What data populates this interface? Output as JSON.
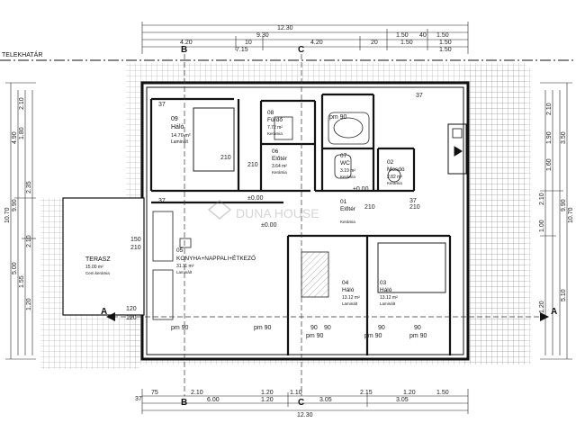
{
  "boundary_label": "TELEKHATÁR",
  "watermark": "DUNA HOUSE",
  "rooms": [
    {
      "id": "09",
      "name": "Háló",
      "area": "14.70 m²",
      "floor": "Laminált"
    },
    {
      "id": "08",
      "name": "Fürdő",
      "area": "7.72 m²",
      "floor": "Kerámia"
    },
    {
      "id": "06",
      "name": "Előtér",
      "area": "3.64 m²",
      "floor": "Kerámia"
    },
    {
      "id": "07",
      "name": "WC",
      "area": "3.19 m²",
      "floor": "Kerámia"
    },
    {
      "id": "02",
      "name": "Mosdó",
      "area": "2.82 m²",
      "floor": "Kerámia"
    },
    {
      "id": "05",
      "name": "KONYHA+NAPPALI+ÉTKEZŐ",
      "area": "31.11 m²",
      "floor": "Laminált"
    },
    {
      "id": "01",
      "name": "Előtér",
      "area": "",
      "floor": "Kerámia"
    },
    {
      "id": "04",
      "name": "Háló",
      "area": "13.12 m²",
      "floor": "Laminált"
    },
    {
      "id": "03",
      "name": "Háló",
      "area": "13.12 m²",
      "floor": "Laminált"
    },
    {
      "id": "",
      "name": "TERASZ",
      "area": "15.00 m²",
      "floor": "Cem.kerámia"
    }
  ],
  "section_marks": [
    "A",
    "A",
    "B",
    "B",
    "C",
    "C"
  ],
  "top_dims": {
    "total": "12.30",
    "row1": [
      "9.30",
      "1.50",
      "40",
      "1.50"
    ],
    "row2": [
      "4.20",
      "10",
      "4.20",
      "20",
      "1.50",
      "1.50"
    ],
    "row3": [
      "7.15",
      "1.50"
    ]
  },
  "bottom_dims": {
    "row1": [
      "75",
      "2.10",
      "1.20",
      "1.10",
      "2.15",
      "1.20",
      "1.50"
    ],
    "row2": [
      "6.00",
      "1.20",
      "3.05",
      "3.05"
    ],
    "total": "12.30"
  },
  "left_dims": [
    "10.70",
    "9.90",
    "4.90",
    "5.00",
    "2.10",
    "1.80",
    "1.55",
    "2.35",
    "2.10",
    "1.20"
  ],
  "right_dims": [
    "10.70",
    "9.90",
    "3.50",
    "5.10",
    "2.10",
    "1.90",
    "1.60",
    "2.10",
    "1.00",
    "1.20"
  ],
  "door_labels": [
    "210",
    "210",
    "210",
    "210",
    "150",
    "210",
    "120",
    "120",
    "90",
    "90",
    "90",
    "90"
  ],
  "parapet_labels": [
    "pm 90",
    "pm 90",
    "pm 90",
    "pm 90",
    "pm 90",
    "pm 90"
  ],
  "misc_labels": [
    "±0.00",
    "±0.00",
    "±0.00",
    "37",
    "37",
    "37",
    "37",
    "37"
  ]
}
